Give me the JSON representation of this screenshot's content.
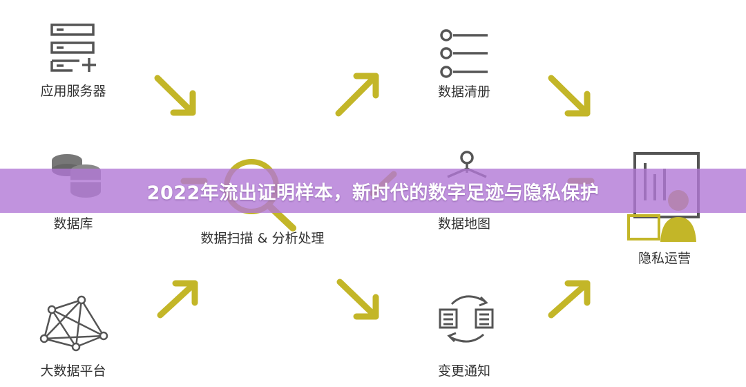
{
  "banner": {
    "title": "2022年流出证明样本，新时代的数字足迹与隐私保护"
  },
  "nodes": {
    "app_server": "应用服务器",
    "database": "数据库",
    "big_data_platform": "大数据平台",
    "scan_analysis": "数据扫描 & 分析处理",
    "data_catalog": "数据清册",
    "data_map": "数据地图",
    "change_notification": "变更通知",
    "privacy_operations": "隐私运营"
  },
  "colors": {
    "arrow": "#c3b628",
    "icon": "#555555",
    "banner": "#b278d6",
    "banner_text": "#ffffff"
  },
  "icons": {
    "app_server": "server-icon",
    "database": "database-icon",
    "big_data_platform": "network-icon",
    "scan_analysis": "magnifier-icon",
    "data_catalog": "list-icon",
    "data_map": "map-pin-icon",
    "change_notification": "sync-icon",
    "privacy_operations": "privacy-dashboard-icon"
  }
}
